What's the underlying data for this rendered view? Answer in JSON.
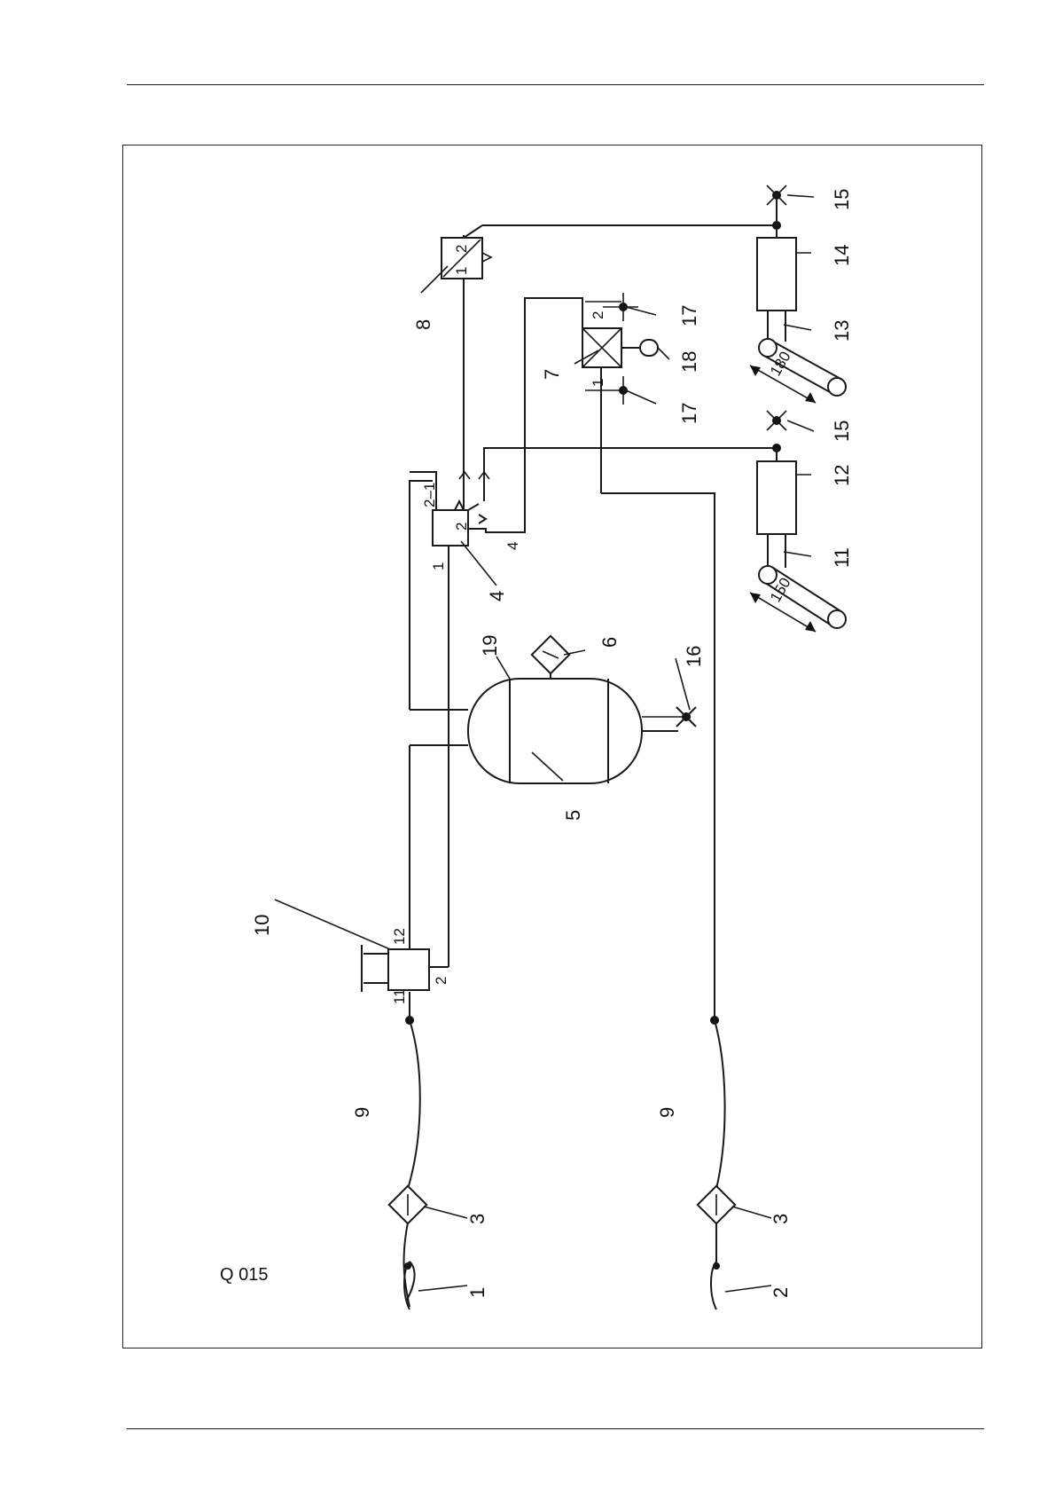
{
  "figure_code": "Q 015",
  "labels": {
    "l1": "1",
    "l2": "2",
    "l3a": "3",
    "l3b": "3",
    "l4": "4",
    "l5": "5",
    "l6": "6",
    "l7": "7",
    "l8": "8",
    "l9a": "9",
    "l9b": "9",
    "l10": "10",
    "l11": "11",
    "l12": "12",
    "l13": "13",
    "l14": "14",
    "l15a": "15",
    "l15b": "15",
    "l16": "16",
    "l17a": "17",
    "l17b": "17",
    "l18": "18",
    "l19": "19"
  },
  "ports": {
    "v10_11": "11",
    "v10_12": "12",
    "v10_2": "2",
    "v4_1": "1",
    "v4_2": "2",
    "v4_4": "4",
    "v4_21": "2–1",
    "v7_1": "1",
    "v7_2": "2",
    "v8_1": "1",
    "v8_2": "2"
  },
  "dimensions": {
    "d150": "150",
    "d180": "180"
  }
}
